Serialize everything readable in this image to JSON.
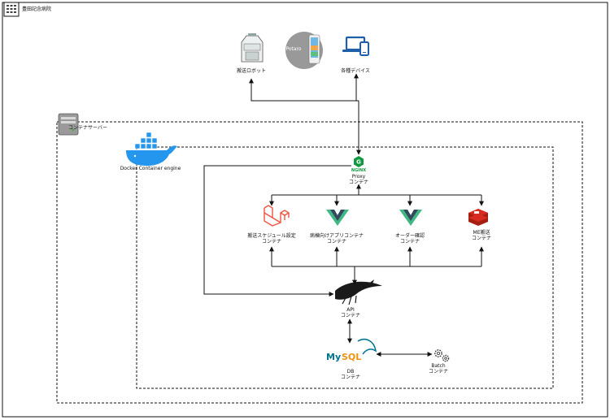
{
  "boundary": {
    "hospital_label": "豊田記念病院",
    "server_label": "コンテナサーバー",
    "docker_label": "Docker Container engine"
  },
  "top": {
    "robot_label": "搬送ロボット",
    "potaro_text": "Potaro",
    "devices_label": "各種デバイス"
  },
  "proxy": {
    "logo_text": "NGINX",
    "line1": "Proxy",
    "line2": "コンテナ"
  },
  "apps": {
    "schedule": {
      "line1": "搬送スケジュール設定",
      "line2": "コンテナ"
    },
    "ward": {
      "line1": "病棟向けアプリコンテナ",
      "line2": "コンテナ"
    },
    "order": {
      "line1": "オーダー確認",
      "line2": "コンテナ"
    },
    "me": {
      "line1": "ME搬送",
      "line2": "コンテナ"
    }
  },
  "api": {
    "line1": "API",
    "line2": "コンテナ"
  },
  "db": {
    "logo_my": "My",
    "logo_sql": "SQL",
    "line1": "DB",
    "line2": "コンテナ"
  },
  "batch": {
    "line1": "Batch",
    "line2": "コンテナ"
  },
  "colors": {
    "line": "#111111",
    "nginx": "#109a3f",
    "vue_green": "#41b883",
    "vue_dark": "#35495e",
    "laravel": "#f05340",
    "redis": "#d82c20",
    "mysql_blue": "#00758f",
    "mysql_orange": "#f29111",
    "docker": "#2496ed",
    "devices": "#1f5fa8"
  }
}
